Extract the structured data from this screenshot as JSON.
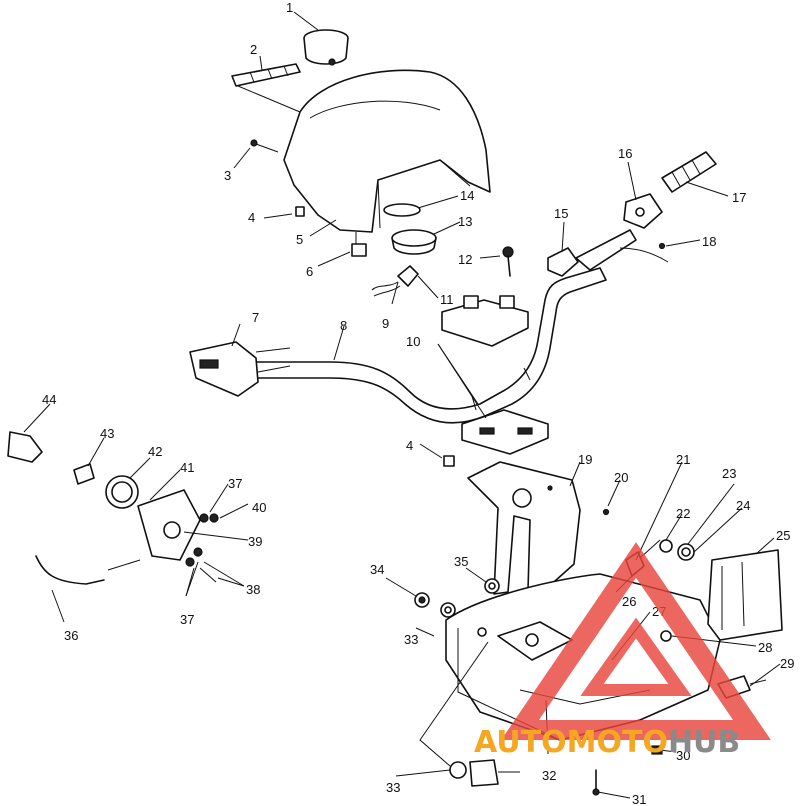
{
  "diagram": {
    "callouts": [
      {
        "n": "1"
      },
      {
        "n": "2"
      },
      {
        "n": "3"
      },
      {
        "n": "4"
      },
      {
        "n": "5"
      },
      {
        "n": "6"
      },
      {
        "n": "7"
      },
      {
        "n": "8"
      },
      {
        "n": "9"
      },
      {
        "n": "10"
      },
      {
        "n": "11"
      },
      {
        "n": "12"
      },
      {
        "n": "13"
      },
      {
        "n": "14"
      },
      {
        "n": "15"
      },
      {
        "n": "16"
      },
      {
        "n": "17"
      },
      {
        "n": "18"
      },
      {
        "n": "4"
      },
      {
        "n": "19"
      },
      {
        "n": "20"
      },
      {
        "n": "21"
      },
      {
        "n": "22"
      },
      {
        "n": "23"
      },
      {
        "n": "24"
      },
      {
        "n": "25"
      },
      {
        "n": "26"
      },
      {
        "n": "27"
      },
      {
        "n": "28"
      },
      {
        "n": "29"
      },
      {
        "n": "30"
      },
      {
        "n": "31"
      },
      {
        "n": "32"
      },
      {
        "n": "33"
      },
      {
        "n": "33"
      },
      {
        "n": "34"
      },
      {
        "n": "35"
      },
      {
        "n": "36"
      },
      {
        "n": "37"
      },
      {
        "n": "37"
      },
      {
        "n": "38"
      },
      {
        "n": "39"
      },
      {
        "n": "40"
      },
      {
        "n": "41"
      },
      {
        "n": "42"
      },
      {
        "n": "43"
      },
      {
        "n": "44"
      }
    ]
  },
  "watermark": {
    "text_part1": "AUTOMOTO",
    "text_part2": "HUB",
    "color_red": "#e8453c",
    "color_orange": "#f5a623",
    "color_grey": "#8a8a8a"
  }
}
